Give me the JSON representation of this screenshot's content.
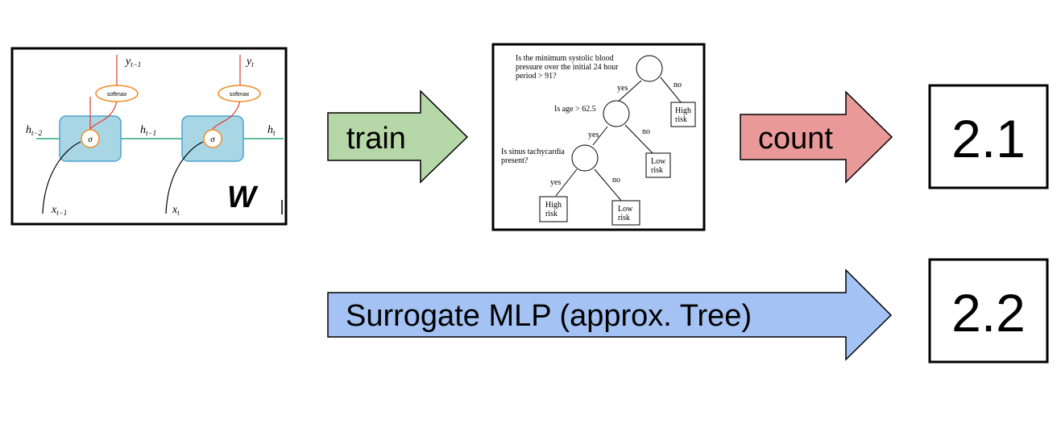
{
  "rnn": {
    "labels": {
      "y_prev": "y",
      "y_prev_sub": "t−1",
      "y_cur": "y",
      "y_cur_sub": "t",
      "softmax": "softmax",
      "sigma": "σ",
      "h_tm2": "h",
      "h_tm2_sub": "t−2",
      "h_tm1": "h",
      "h_tm1_sub": "t−1",
      "h_t": "h",
      "h_t_sub": "t",
      "x_tm1": "x",
      "x_tm1_sub": "t−1",
      "x_t": "x",
      "x_t_sub": "t",
      "weight": "W"
    }
  },
  "arrows": {
    "train": "train",
    "count": "count",
    "surrogate": "Surrogate MLP (approx. Tree)"
  },
  "tree": {
    "q1": [
      "Is the minimum systolic blood",
      "pressure over the initial 24 hour",
      "period > 91?"
    ],
    "q2": "Is age > 62.5",
    "q3": [
      "Is sinus tachycardia",
      "present?"
    ],
    "yes": "yes",
    "no": "no",
    "leaf_high": [
      "High",
      "risk"
    ],
    "leaf_low": [
      "Low",
      "risk"
    ]
  },
  "results": {
    "top": "2.1",
    "bottom": "2.2"
  },
  "colors": {
    "train_fill": "#b6d7a8",
    "count_fill": "#ea9999",
    "surrogate_fill": "#a4c2f4",
    "cell_fill": "#a9d6e5",
    "cell_stroke": "#4aa3cf",
    "hidden_line": "#2aa876",
    "output_line": "#e03c31",
    "softmax_stroke": "#f28c28"
  }
}
